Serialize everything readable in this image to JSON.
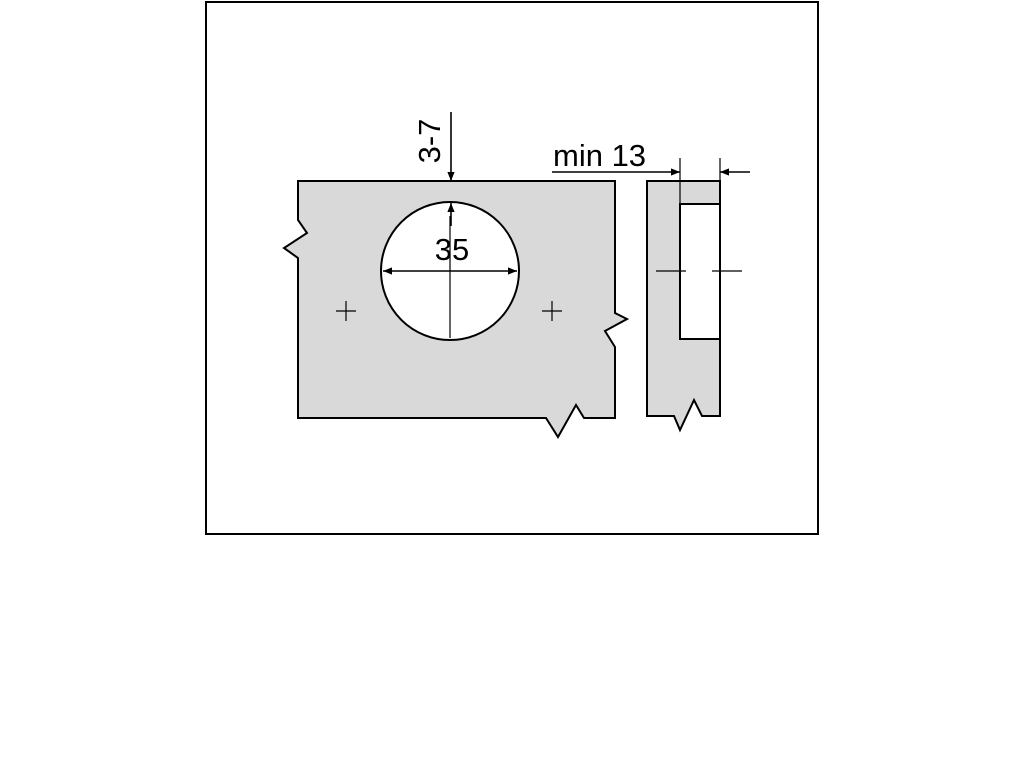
{
  "labels": {
    "edge_distance": "3-7",
    "hole_diameter": "35",
    "min_thickness": "min 13"
  },
  "colors": {
    "part_fill": "#d9d9d9",
    "stroke": "#000000",
    "hole_fill": "#ffffff",
    "background": "#ffffff"
  }
}
